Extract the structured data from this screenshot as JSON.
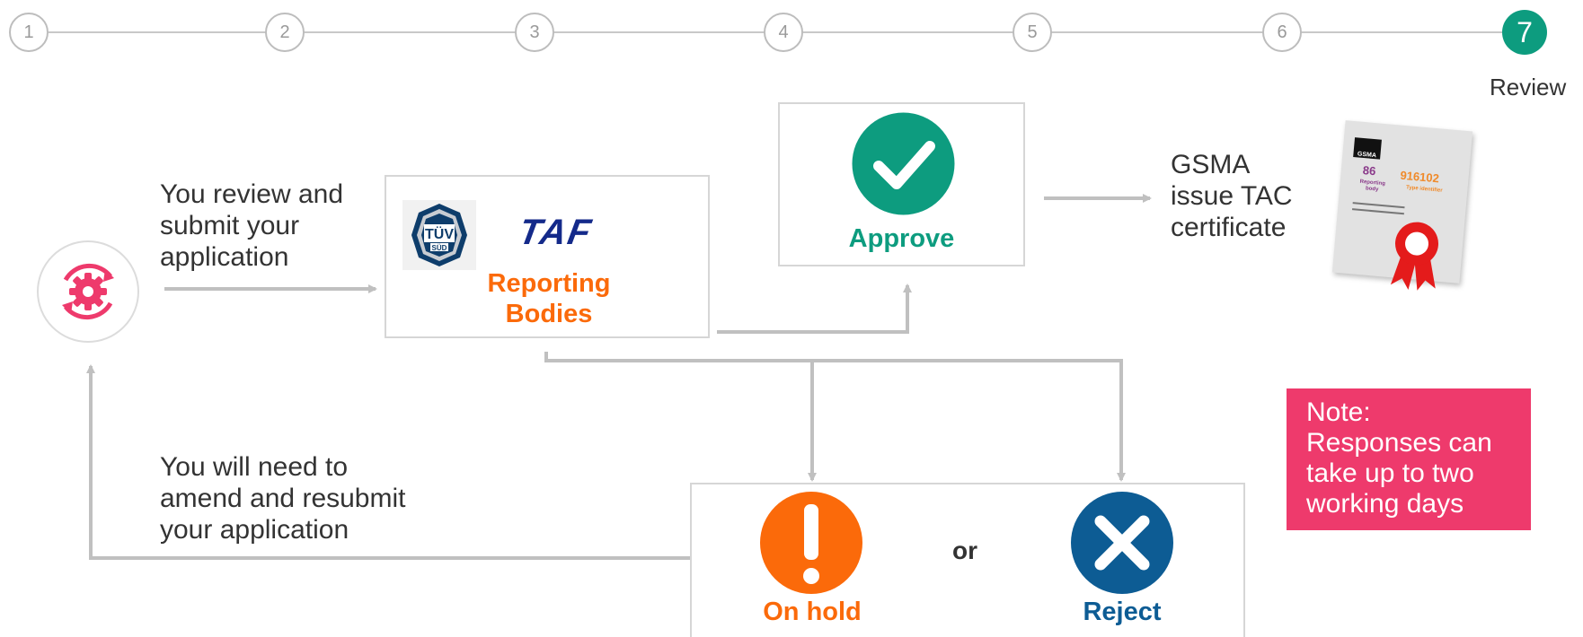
{
  "stepper": {
    "steps": [
      "1",
      "2",
      "3",
      "4",
      "5",
      "6",
      "7"
    ],
    "active_step_label": "Review"
  },
  "flow": {
    "user_text": "You review and submit your application",
    "user_text_lines": [
      "You review and",
      "submit your",
      "application"
    ],
    "reporting_bodies": {
      "logo_tuv_top": "TÜV",
      "logo_tuv_bottom": "SÜD",
      "logo_taf": "TAF",
      "label_lines": [
        "Reporting",
        "Bodies"
      ]
    },
    "approve_label": "Approve",
    "gsma_text_lines": [
      "GSMA",
      "issue TAC",
      "certificate"
    ],
    "certificate": {
      "brand": "GSMA",
      "rb_code": "86",
      "rb_caption": "Reporting body",
      "tac_code": "916102",
      "tac_caption": "Type identifier"
    },
    "amend_text_lines": [
      "You will need to",
      "amend and resubmit",
      "your application"
    ],
    "on_hold_label": "On hold",
    "or_label": "or",
    "reject_label": "Reject"
  },
  "note": {
    "lines": [
      "Note:",
      "Responses can",
      "take up to two",
      "working days"
    ]
  },
  "colors": {
    "teal": "#0d9c7f",
    "orange": "#fb6a0a",
    "blue": "#0d5c94",
    "pink": "#ee3a6c",
    "arrow_gray": "#c0c0c0"
  }
}
